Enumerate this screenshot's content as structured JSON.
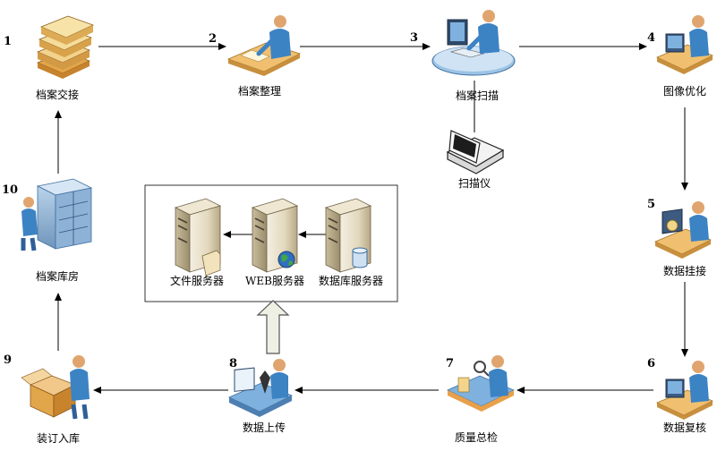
{
  "steps": [
    {
      "num": "1",
      "label": "档案交接",
      "icon": "document-stack-icon"
    },
    {
      "num": "2",
      "label": "档案整理",
      "icon": "person-sorting-icon"
    },
    {
      "num": "3",
      "label": "档案扫描",
      "icon": "scanning-workstation-icon"
    },
    {
      "num": "4",
      "label": "图像优化",
      "icon": "computer-operator-icon"
    },
    {
      "num": "5",
      "label": "数据挂接",
      "icon": "data-linking-operator-icon"
    },
    {
      "num": "6",
      "label": "数据复核",
      "icon": "data-review-operator-icon"
    },
    {
      "num": "7",
      "label": "质量总检",
      "icon": "quality-inspection-icon"
    },
    {
      "num": "8",
      "label": "数据上传",
      "icon": "data-upload-operator-icon"
    },
    {
      "num": "9",
      "label": "装订入库",
      "icon": "binding-box-icon"
    },
    {
      "num": "10",
      "label": "档案库房",
      "icon": "archive-room-icon"
    }
  ],
  "scanner": {
    "label": "扫描仪",
    "icon": "scanner-icon"
  },
  "servers": [
    {
      "label": "文件服务器",
      "icon": "file-server-icon"
    },
    {
      "label": "WEB服务器",
      "icon": "web-server-icon"
    },
    {
      "label": "数据库服务器",
      "icon": "database-server-icon"
    }
  ],
  "colors": {
    "line": "#000000",
    "server_box_border": "#333333",
    "upload_arrow_fill": "#eef0e4",
    "upload_arrow_stroke": "#555555",
    "person_skin": "#e0a56e",
    "person_shirt": "#3c83c4",
    "desk": "#f0c070"
  }
}
